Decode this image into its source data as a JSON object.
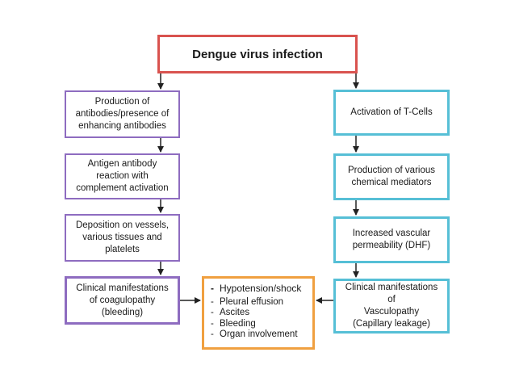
{
  "diagram": {
    "title": "Dengue virus infection",
    "left_column": [
      "Production of\nantibodies/presence of\nenhancing antibodies",
      "Antigen antibody\nreaction with\ncomplement activation",
      "Deposition on vessels,\nvarious tissues and\nplatelets",
      "Clinical manifestations\nof coagulopathy\n(bleeding)"
    ],
    "right_column": [
      "Activation of T-Cells",
      "Production of various\nchemical mediators",
      "Increased vascular\npermeability (DHF)",
      "Clinical manifestations of\nVasculopathy\n(Capillary leakage)"
    ],
    "center_box": {
      "items": [
        "Hypotension/shock",
        "Pleural effusion",
        "Ascites",
        "Bleeding",
        "Organ involvement"
      ]
    },
    "colors": {
      "title_border": "#d9534f",
      "left_border": "#8e6cc0",
      "right_border": "#56bfd6",
      "center_border": "#f0a040",
      "arrow": "#222222"
    }
  }
}
